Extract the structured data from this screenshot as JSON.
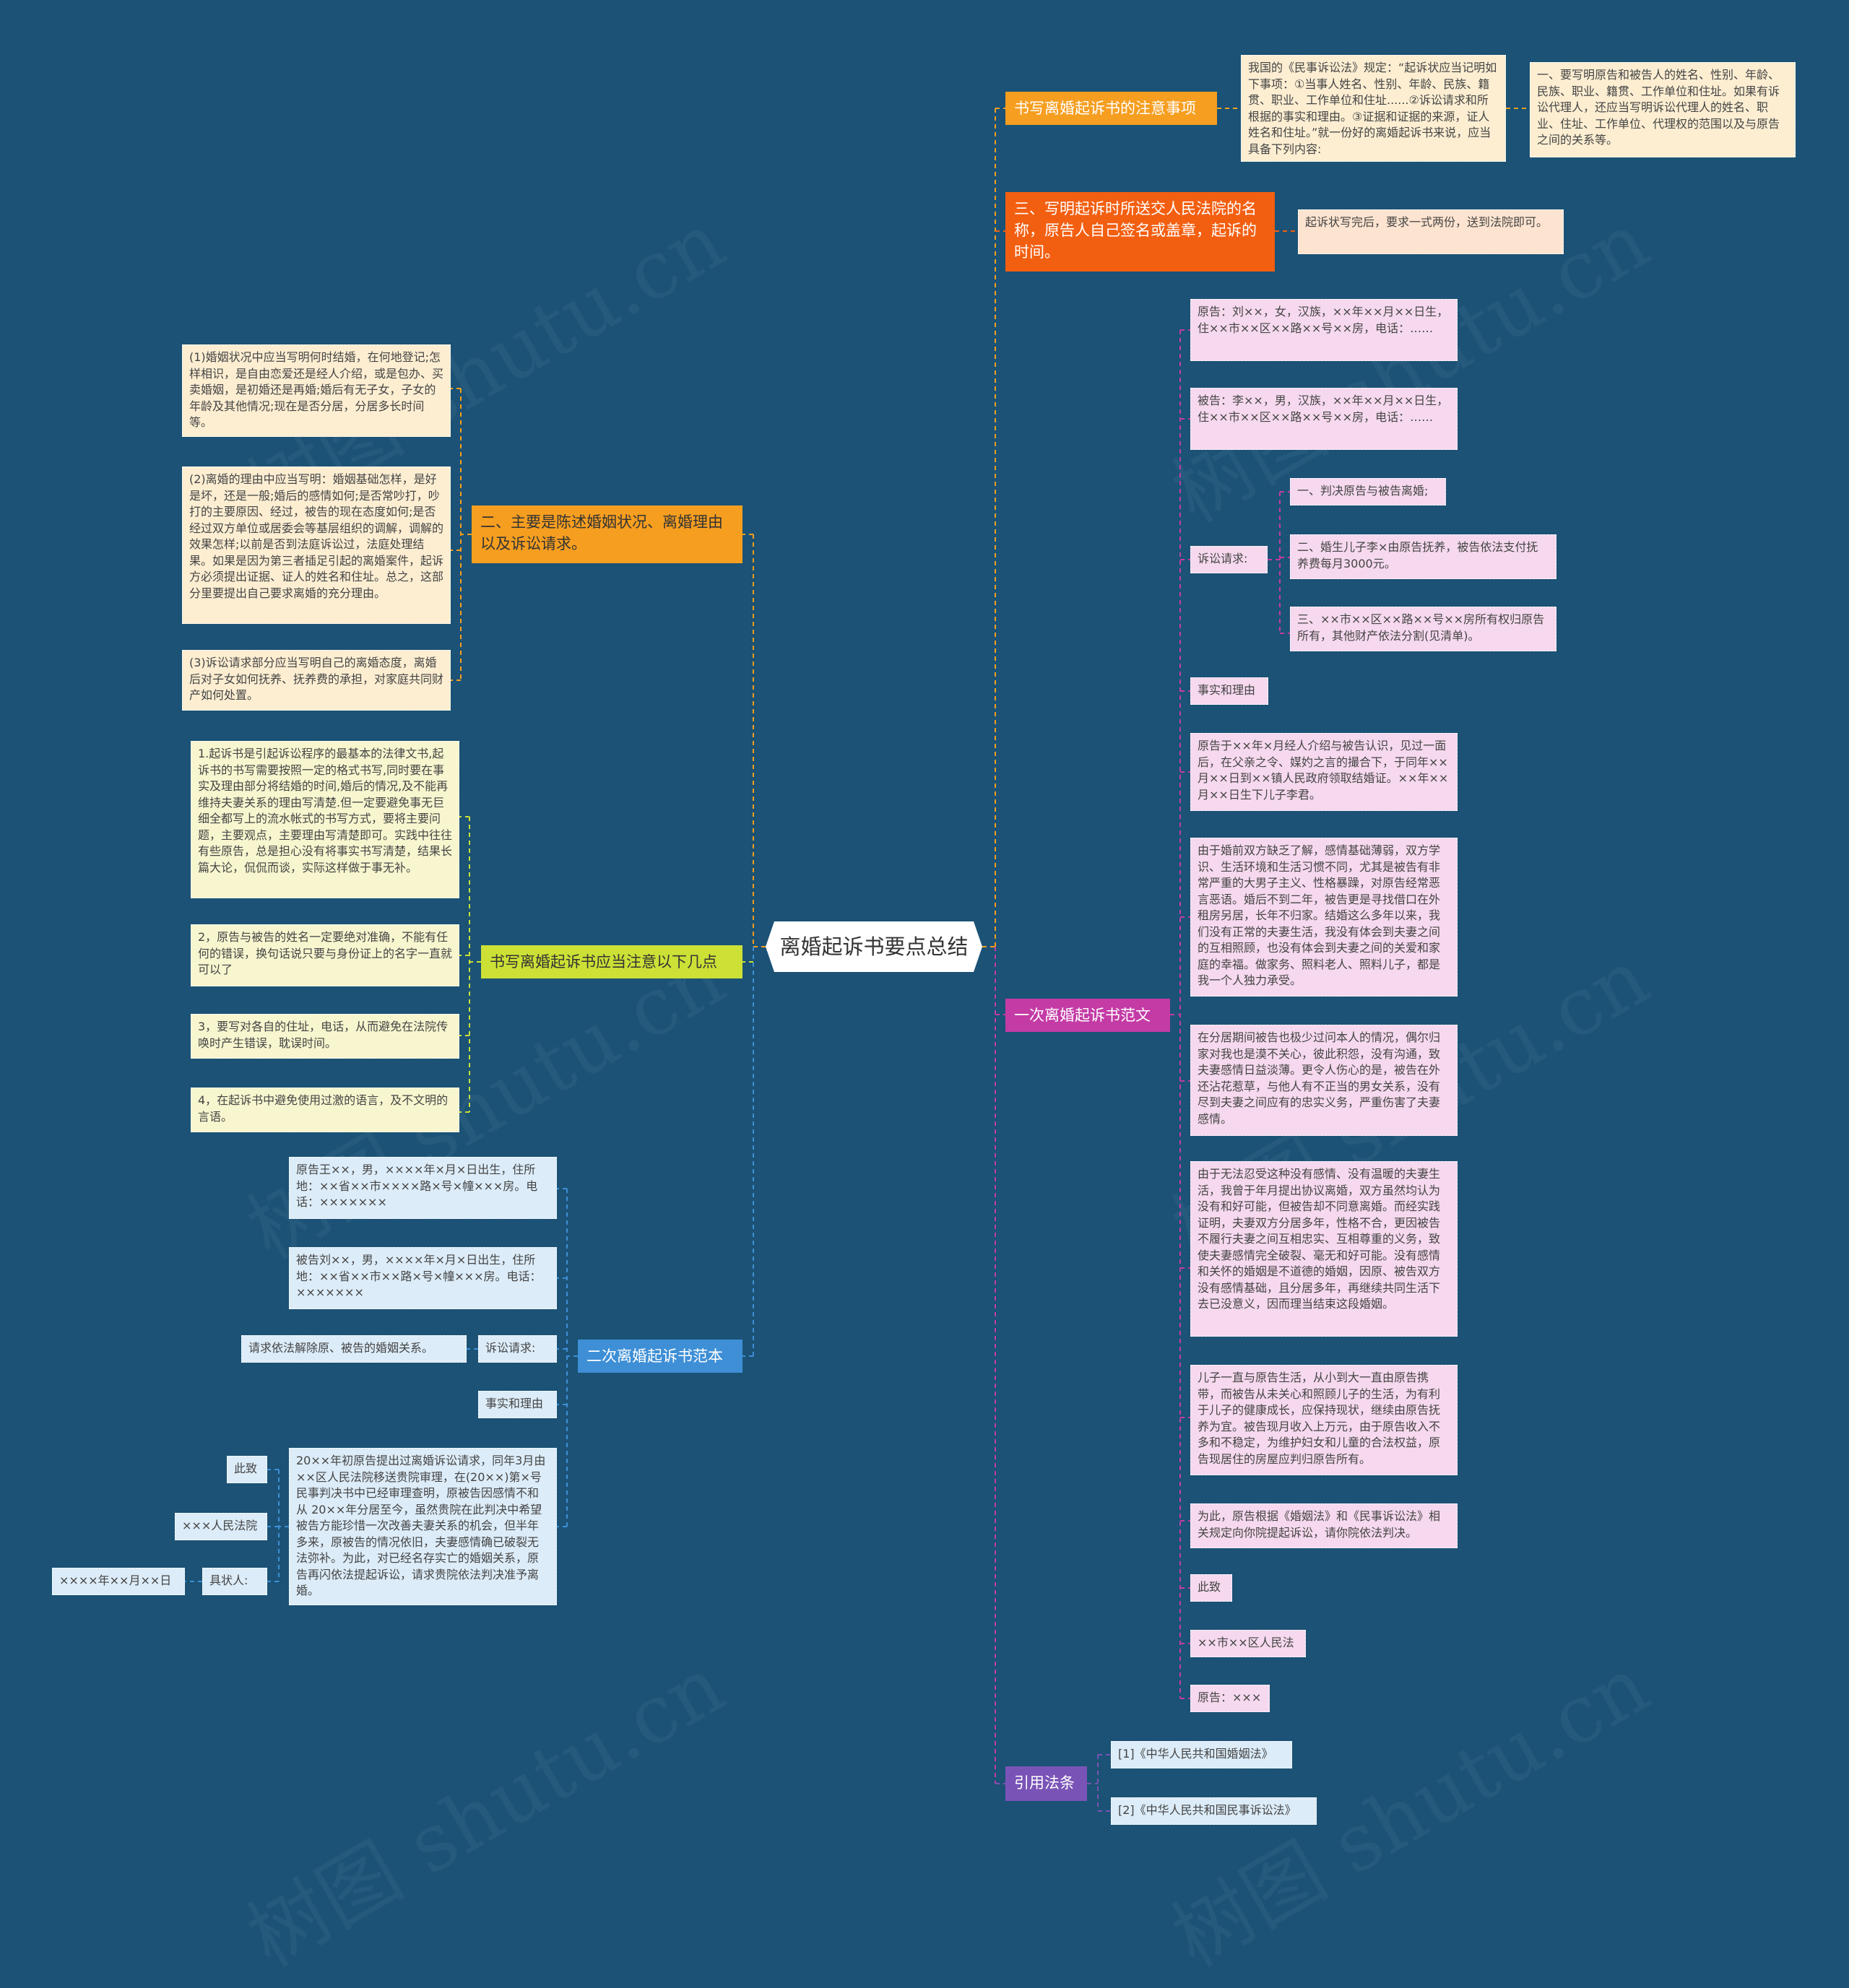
{
  "colors": {
    "background": "#1b5275",
    "orange": "#f69e20",
    "red_orange": "#f35f11",
    "yellow_green": "#cde036",
    "magenta": "#c43ba6",
    "blue": "#3e8fd6",
    "purple": "#7a53b7"
  },
  "watermark": "树图 shutu.cn",
  "root": {
    "label": "离婚起诉书要点总结"
  },
  "right": {
    "notice": {
      "label": "书写离婚起诉书的注意事项",
      "intro": "我国的《民事诉讼法》规定：“起诉状应当记明如下事项：①当事人姓名、性别、年龄、民族、籍贯、职业、工作单位和住址......②诉讼请求和所根据的事实和理由。③证据和证据的来源，证人姓名和住址。”就一份好的离婚起诉书来说，应当具备下列内容:",
      "point1": "一、要写明原告和被告人的姓名、性别、年龄、民族、职业、籍贯、工作单位和住址。如果有诉讼代理人，还应当写明诉讼代理人的姓名、职业、住址、工作单位、代理权的范围以及与原告之间的关系等。"
    },
    "court": {
      "label": "三、写明起诉时所送交人民法院的名称，原告人自己签名或盖章，起诉的时间。",
      "note": "起诉状写完后，要求一式两份，送到法院即可。"
    },
    "sample1": {
      "label": "一次离婚起诉书范文",
      "plaintiff": "原告：刘××，女，汉族，××年××月××日生，住××市××区××路××号××房，电话：……",
      "defendant": "被告：李××，男，汉族，××年××月××日生，住××市××区××路××号××房，电话：……",
      "claims_label": "诉讼请求:",
      "claims": [
        "一、判决原告与被告离婚;",
        "二、婚生儿子李×由原告抚养，被告依法支付抚养费每月3000元。",
        "三、××市××区××路××号××房所有权归原告所有，其他财产依法分割(见清单)。"
      ],
      "facts_label": "事实和理由",
      "facts": [
        "原告于××年×月经人介绍与被告认识，见过一面后，在父亲之令、媒妁之言的撮合下，于同年××月××日到××镇人民政府领取结婚证。××年××月××日生下儿子李君。",
        "由于婚前双方缺乏了解，感情基础薄弱，双方学识、生活环境和生活习惯不同，尤其是被告有非常严重的大男子主义、性格暴躁，对原告经常恶言恶语。婚后不到二年，被告更是寻找借口在外租房另居，长年不归家。结婚这么多年以来，我们没有正常的夫妻生活，我没有体会到夫妻之间的互相照顾，也没有体会到夫妻之间的关爱和家庭的幸福。做家务、照料老人、照料儿子，都是我一个人独力承受。",
        "在分居期间被告也极少过问本人的情况，偶尔归家对我也是漠不关心，彼此积怨，没有沟通，致夫妻感情日益淡薄。更令人伤心的是，被告在外还沾花惹草，与他人有不正当的男女关系，没有尽到夫妻之间应有的忠实义务，严重伤害了夫妻感情。",
        "由于无法忍受这种没有感情、没有温暖的夫妻生活，我曾于年月提出协议离婚，双方虽然均认为没有和好可能，但被告却不同意离婚。而经实践证明，夫妻双方分居多年，性格不合，更因被告不履行夫妻之间互相忠实、互相尊重的义务，致使夫妻感情完全破裂、毫无和好可能。没有感情和关怀的婚姻是不道德的婚姻，因原、被告双方没有感情基础，且分居多年，再继续共同生活下去已没意义，因而理当结束这段婚姻。",
        "儿子一直与原告生活，从小到大一直由原告携带，而被告从未关心和照顾儿子的生活，为有利于儿子的健康成长，应保持现状，继续由原告抚养为宜。被告现月收入上万元，由于原告收入不多和不稳定，为维护妇女和儿童的合法权益，原告现居住的房屋应判归原告所有。",
        "为此，原告根据《婚姻法》和《民事诉讼法》相关规定向你院提起诉讼，请你院依法判决。"
      ],
      "closing": "此致",
      "court_name": "××市××区人民法",
      "signer": "原告：×××"
    },
    "law": {
      "label": "引用法条",
      "items": [
        "[1]《中华人民共和国婚姻法》",
        "[2]《中华人民共和国民事诉讼法》"
      ]
    }
  },
  "left": {
    "main": {
      "label": "二、主要是陈述婚姻状况、离婚理由以及诉讼请求。",
      "items": [
        "(1)婚姻状况中应当写明何时结婚，在何地登记;怎样相识，是自由恋爱还是经人介绍，或是包办、买卖婚姻，是初婚还是再婚;婚后有无子女，子女的年龄及其他情况;现在是否分居，分居多长时间等。",
        "(2)离婚的理由中应当写明：婚姻基础怎样，是好是坏，还是一般;婚后的感情如何;是否常吵打，吵打的主要原因、经过，被告的现在态度如何;是否经过双方单位或居委会等基层组织的调解，调解的效果怎样;以前是否到法庭诉讼过，法庭处理结果。如果是因为第三者插足引起的离婚案件，起诉方必须提出证据、证人的姓名和住址。总之，这部分里要提出自己要求离婚的充分理由。",
        "(3)诉讼请求部分应当写明自己的离婚态度，离婚后对子女如何抚养、抚养费的承担，对家庭共同财产如何处置。"
      ]
    },
    "tips": {
      "label": "书写离婚起诉书应当注意以下几点",
      "items": [
        "1.起诉书是引起诉讼程序的最基本的法律文书,起诉书的书写需要按照一定的格式书写,同时要在事实及理由部分将结婚的时间,婚后的情况,及不能再维持夫妻关系的理由写清楚.但一定要避免事无巨细全都写上的流水帐式的书写方式，要将主要问题，主要观点，主要理由写清楚即可。实践中往往有些原告，总是担心没有将事实书写清楚，结果长篇大论，侃侃而谈，实际这样做于事无补。",
        "2，原告与被告的姓名一定要绝对准确，不能有任何的错误，换句话说只要与身份证上的名字一直就可以了",
        "3，要写对各自的住址，电话，从而避免在法院传唤时产生错误，耽误时间。",
        "4，在起诉书中避免使用过激的语言，及不文明的言语。"
      ]
    },
    "sample2": {
      "label": "二次离婚起诉书范本",
      "plaintiff": "原告王××，男，××××年×月×日出生，住所地：××省××市××××路×号×幢×××房。电话：×××××××",
      "defendant": "被告刘××，男，××××年×月×日出生，住所地：××省××市××路×号×幢×××房。电话：×××××××",
      "claims_label": "诉讼请求:",
      "claim": "请求依法解除原、被告的婚姻关系。",
      "facts_label": "事实和理由",
      "facts": "20××年初原告提出过离婚诉讼请求，同年3月由××区人民法院移送贵院审理，在(20××)第×号民事判决书中已经审理查明，原被告因感情不和从 20××年分居至今，虽然贵院在此判决中希望被告方能珍惜一次改善夫妻关系的机会，但半年多来，原被告的情况依旧，夫妻感情确已破裂无法弥补。为此，对已经名存实亡的婚姻关系，原告再闪依法提起诉讼，请求贵院依法判决准予离婚。",
      "closing": "此致",
      "court_name": "×××人民法院",
      "signer_label": "具状人:",
      "date": "××××年××月××日"
    }
  }
}
